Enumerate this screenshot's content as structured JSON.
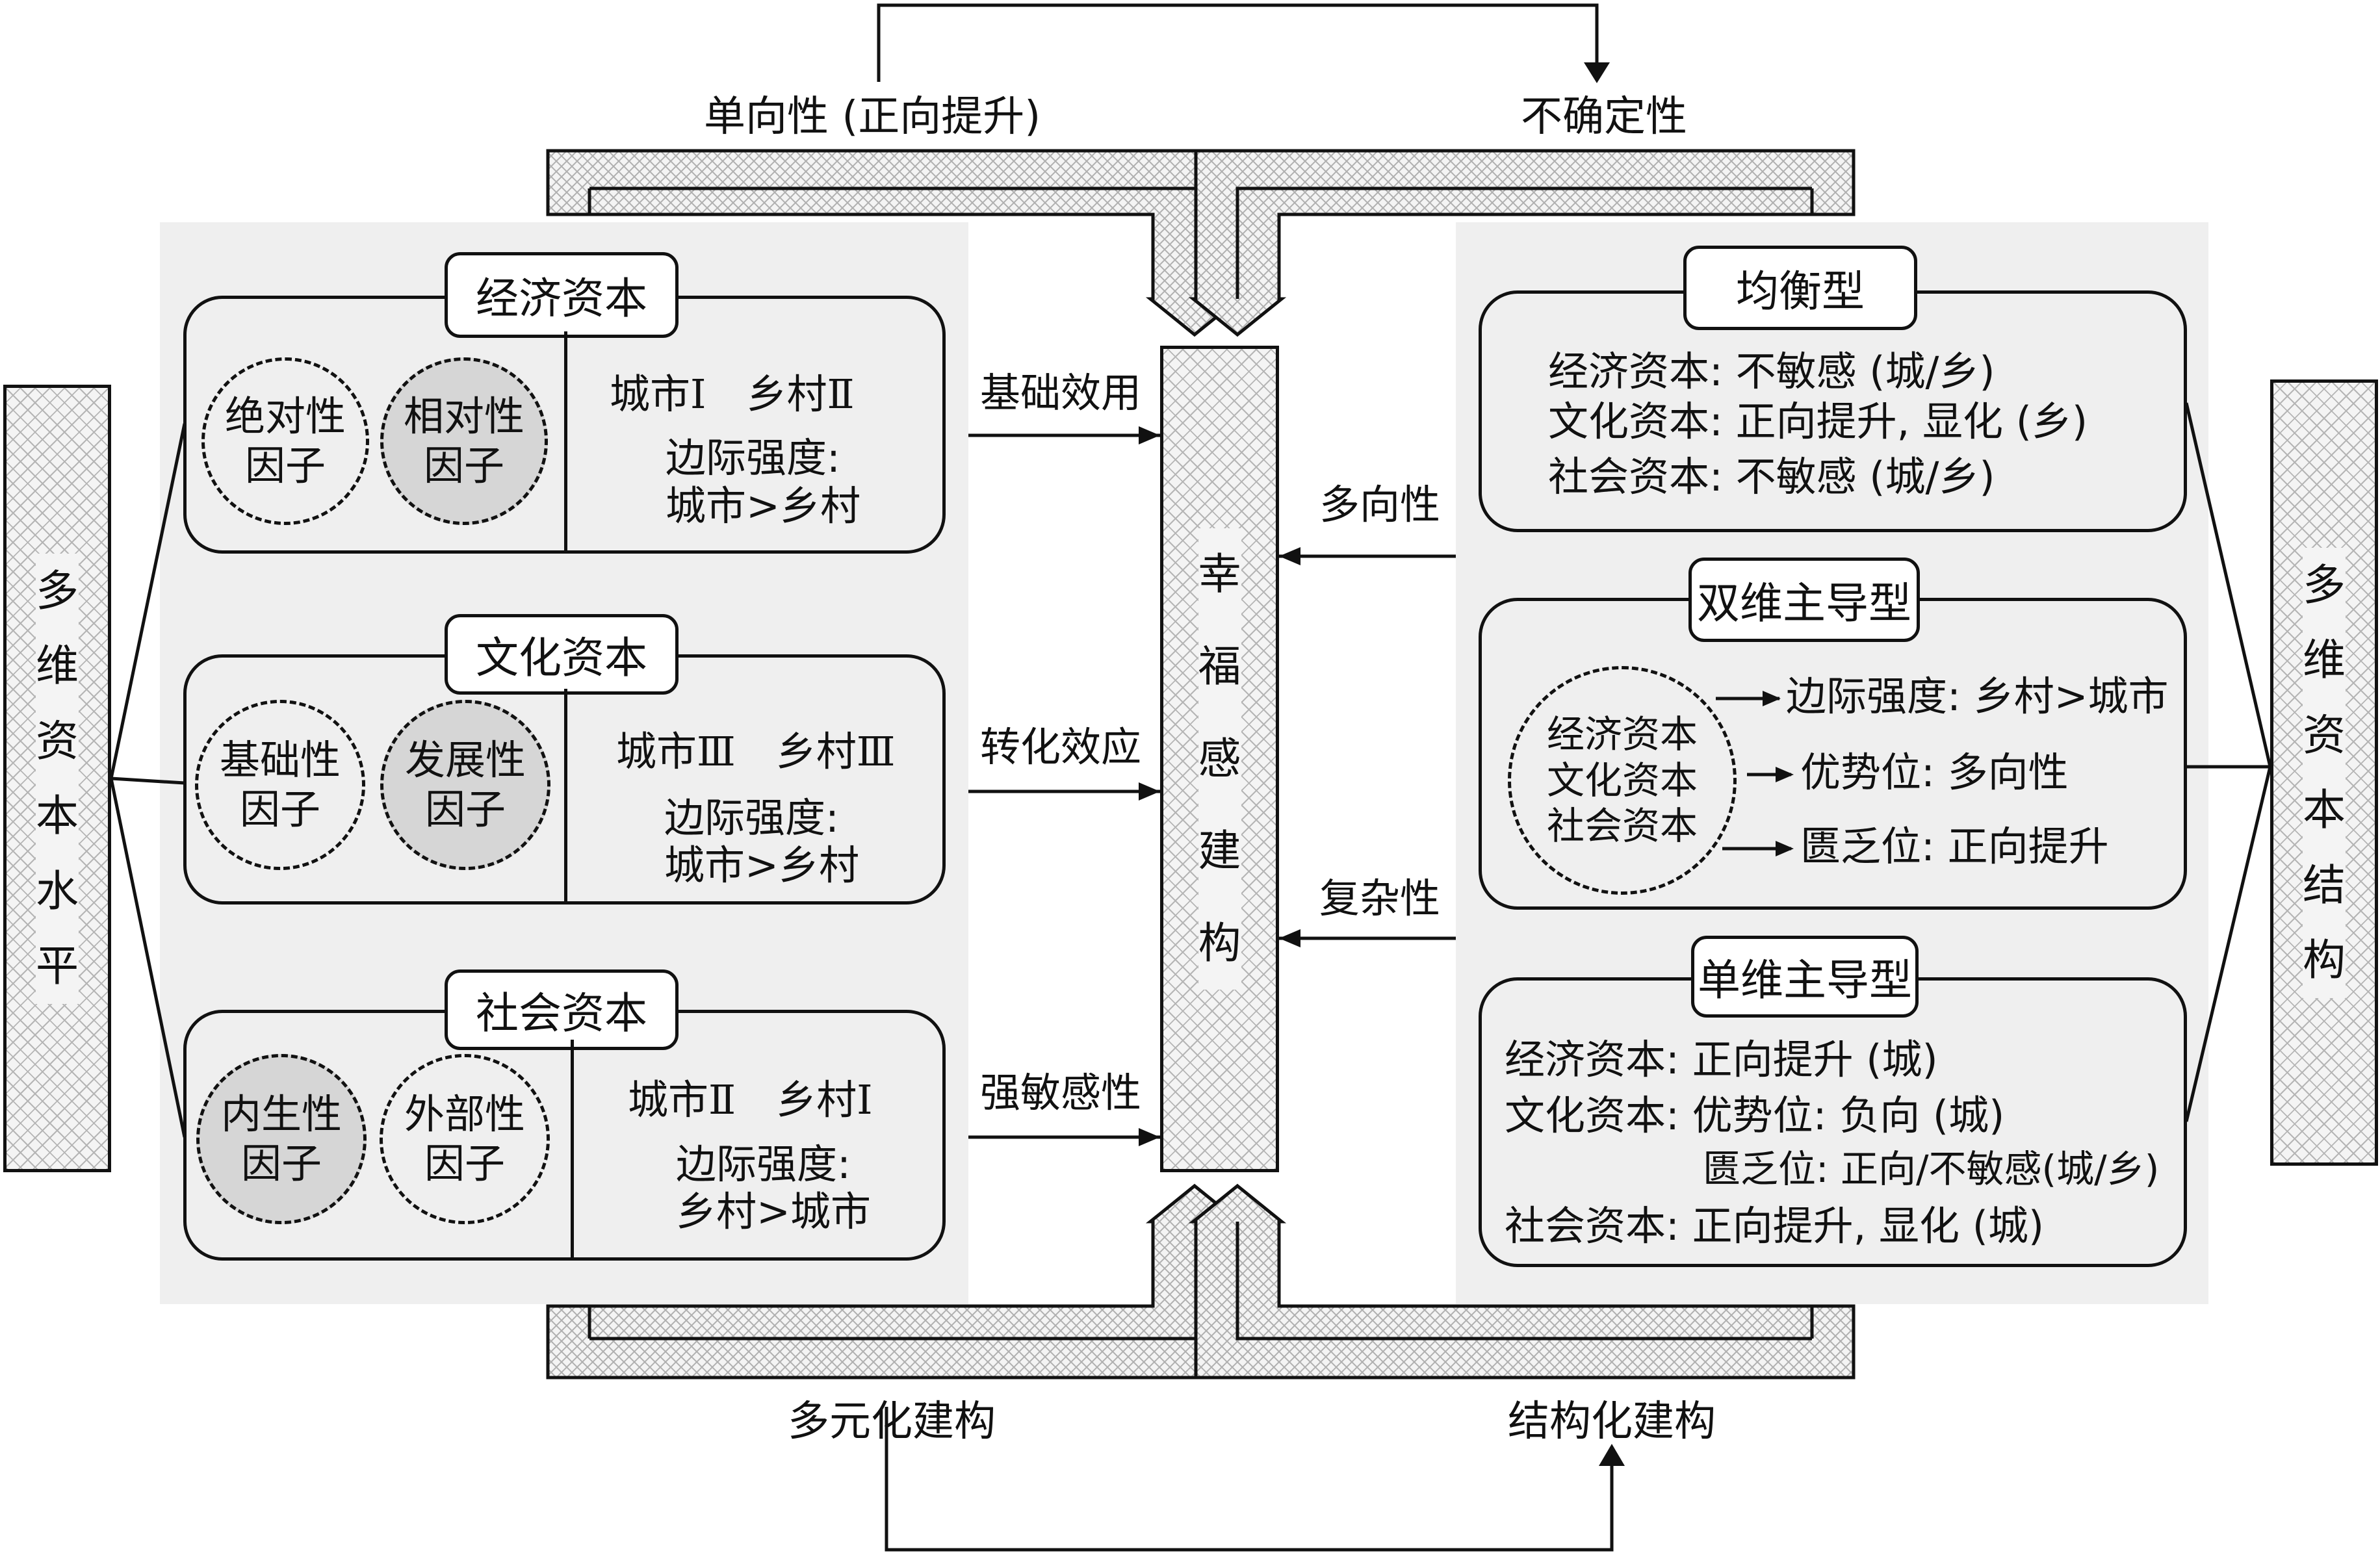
{
  "top": {
    "left_label": "单向性 (正向提升)",
    "right_label": "不确定性"
  },
  "bottom": {
    "left_label": "多元化建构",
    "right_label": "结构化建构"
  },
  "left_bar": [
    "多",
    "维",
    "资",
    "本",
    "水",
    "平"
  ],
  "right_bar": [
    "多",
    "维",
    "资",
    "本",
    "结",
    "构"
  ],
  "center_bar": [
    "幸",
    "福",
    "感",
    "建",
    "构"
  ],
  "left_panel": {
    "economic": {
      "title": "经济资本",
      "circle1": [
        "绝对性",
        "因子"
      ],
      "circle2": [
        "相对性",
        "因子"
      ],
      "rank": "城市Ⅰ　乡村Ⅱ",
      "margin_label": "边际强度:",
      "margin_value": "城市>乡村",
      "effect": "基础效用"
    },
    "cultural": {
      "title": "文化资本",
      "circle1": [
        "基础性",
        "因子"
      ],
      "circle2": [
        "发展性",
        "因子"
      ],
      "rank": "城市Ⅲ　乡村Ⅲ",
      "margin_label": "边际强度:",
      "margin_value": "城市>乡村",
      "effect": "转化效应"
    },
    "social": {
      "title": "社会资本",
      "circle1": [
        "内生性",
        "因子"
      ],
      "circle2": [
        "外部性",
        "因子"
      ],
      "rank": "城市Ⅱ　乡村Ⅰ",
      "margin_label": "边际强度:",
      "margin_value": "乡村>城市",
      "effect": "强敏感性"
    }
  },
  "right_panel": {
    "balanced": {
      "title": "均衡型",
      "lines": [
        "经济资本: 不敏感 (城/乡)",
        "文化资本: 正向提升, 显化 (乡)",
        "社会资本: 不敏感 (城/乡)"
      ]
    },
    "dual": {
      "title": "双维主导型",
      "circle": [
        "经济资本",
        "文化资本",
        "社会资本"
      ],
      "items": [
        "边际强度: 乡村>城市",
        "优势位: 多向性",
        "匮乏位: 正向提升"
      ]
    },
    "single": {
      "title": "单维主导型",
      "lines": [
        "经济资本: 正向提升 (城)",
        "文化资本: 优势位: 负向 (城)",
        "匮乏位: 正向/不敏感(城/乡)",
        "社会资本: 正向提升, 显化 (城)"
      ]
    }
  },
  "right_arrows": {
    "upper": "多向性",
    "lower": "复杂性"
  }
}
